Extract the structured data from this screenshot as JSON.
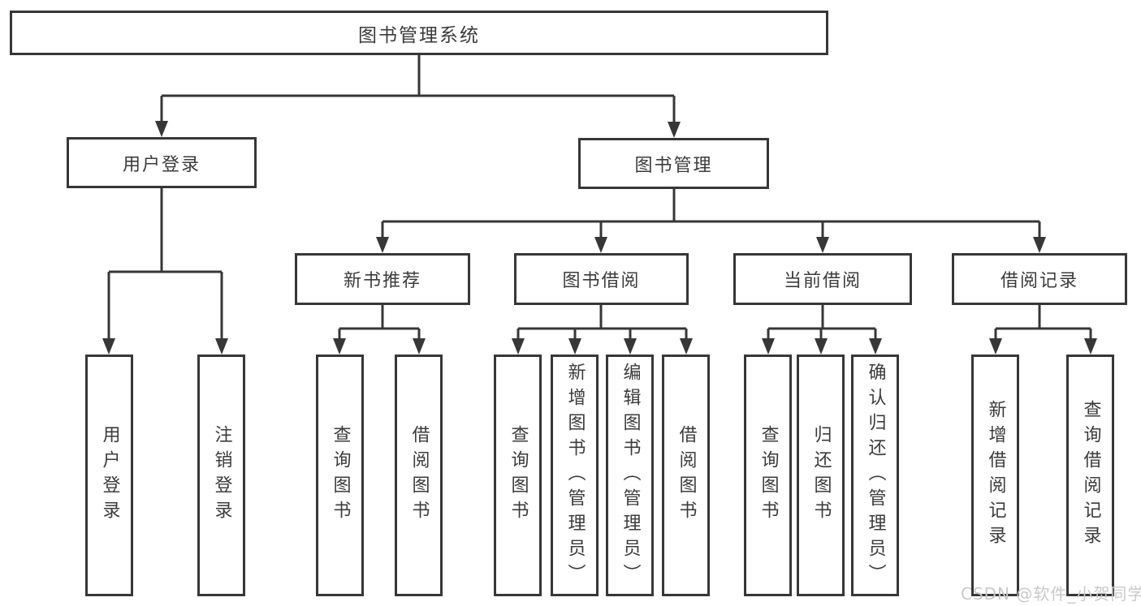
{
  "diagram": {
    "watermark": "CSDN @软件_小贺同学",
    "colors": {
      "line": "#373737",
      "box_border": "#373737",
      "box_fill": "#ffffff",
      "text": "#3b3b3b",
      "watermark": "#c9c9c9"
    },
    "tree": {
      "label": "图书管理系统",
      "children": [
        {
          "label": "用户登录",
          "children": [
            {
              "label": "用户登录"
            },
            {
              "label": "注销登录"
            }
          ]
        },
        {
          "label": "图书管理",
          "children": [
            {
              "label": "新书推荐",
              "children": [
                {
                  "label": "查询图书"
                },
                {
                  "label": "借阅图书"
                }
              ]
            },
            {
              "label": "图书借阅",
              "children": [
                {
                  "label": "查询图书"
                },
                {
                  "label": "新增图书（管理员）"
                },
                {
                  "label": "编辑图书（管理员）"
                },
                {
                  "label": "借阅图书"
                }
              ]
            },
            {
              "label": "当前借阅",
              "children": [
                {
                  "label": "查询图书"
                },
                {
                  "label": "归还图书"
                },
                {
                  "label": "确认归还（管理员）"
                }
              ]
            },
            {
              "label": "借阅记录",
              "children": [
                {
                  "label": "新增借阅记录"
                },
                {
                  "label": "查询借阅记录"
                }
              ]
            }
          ]
        }
      ]
    }
  }
}
